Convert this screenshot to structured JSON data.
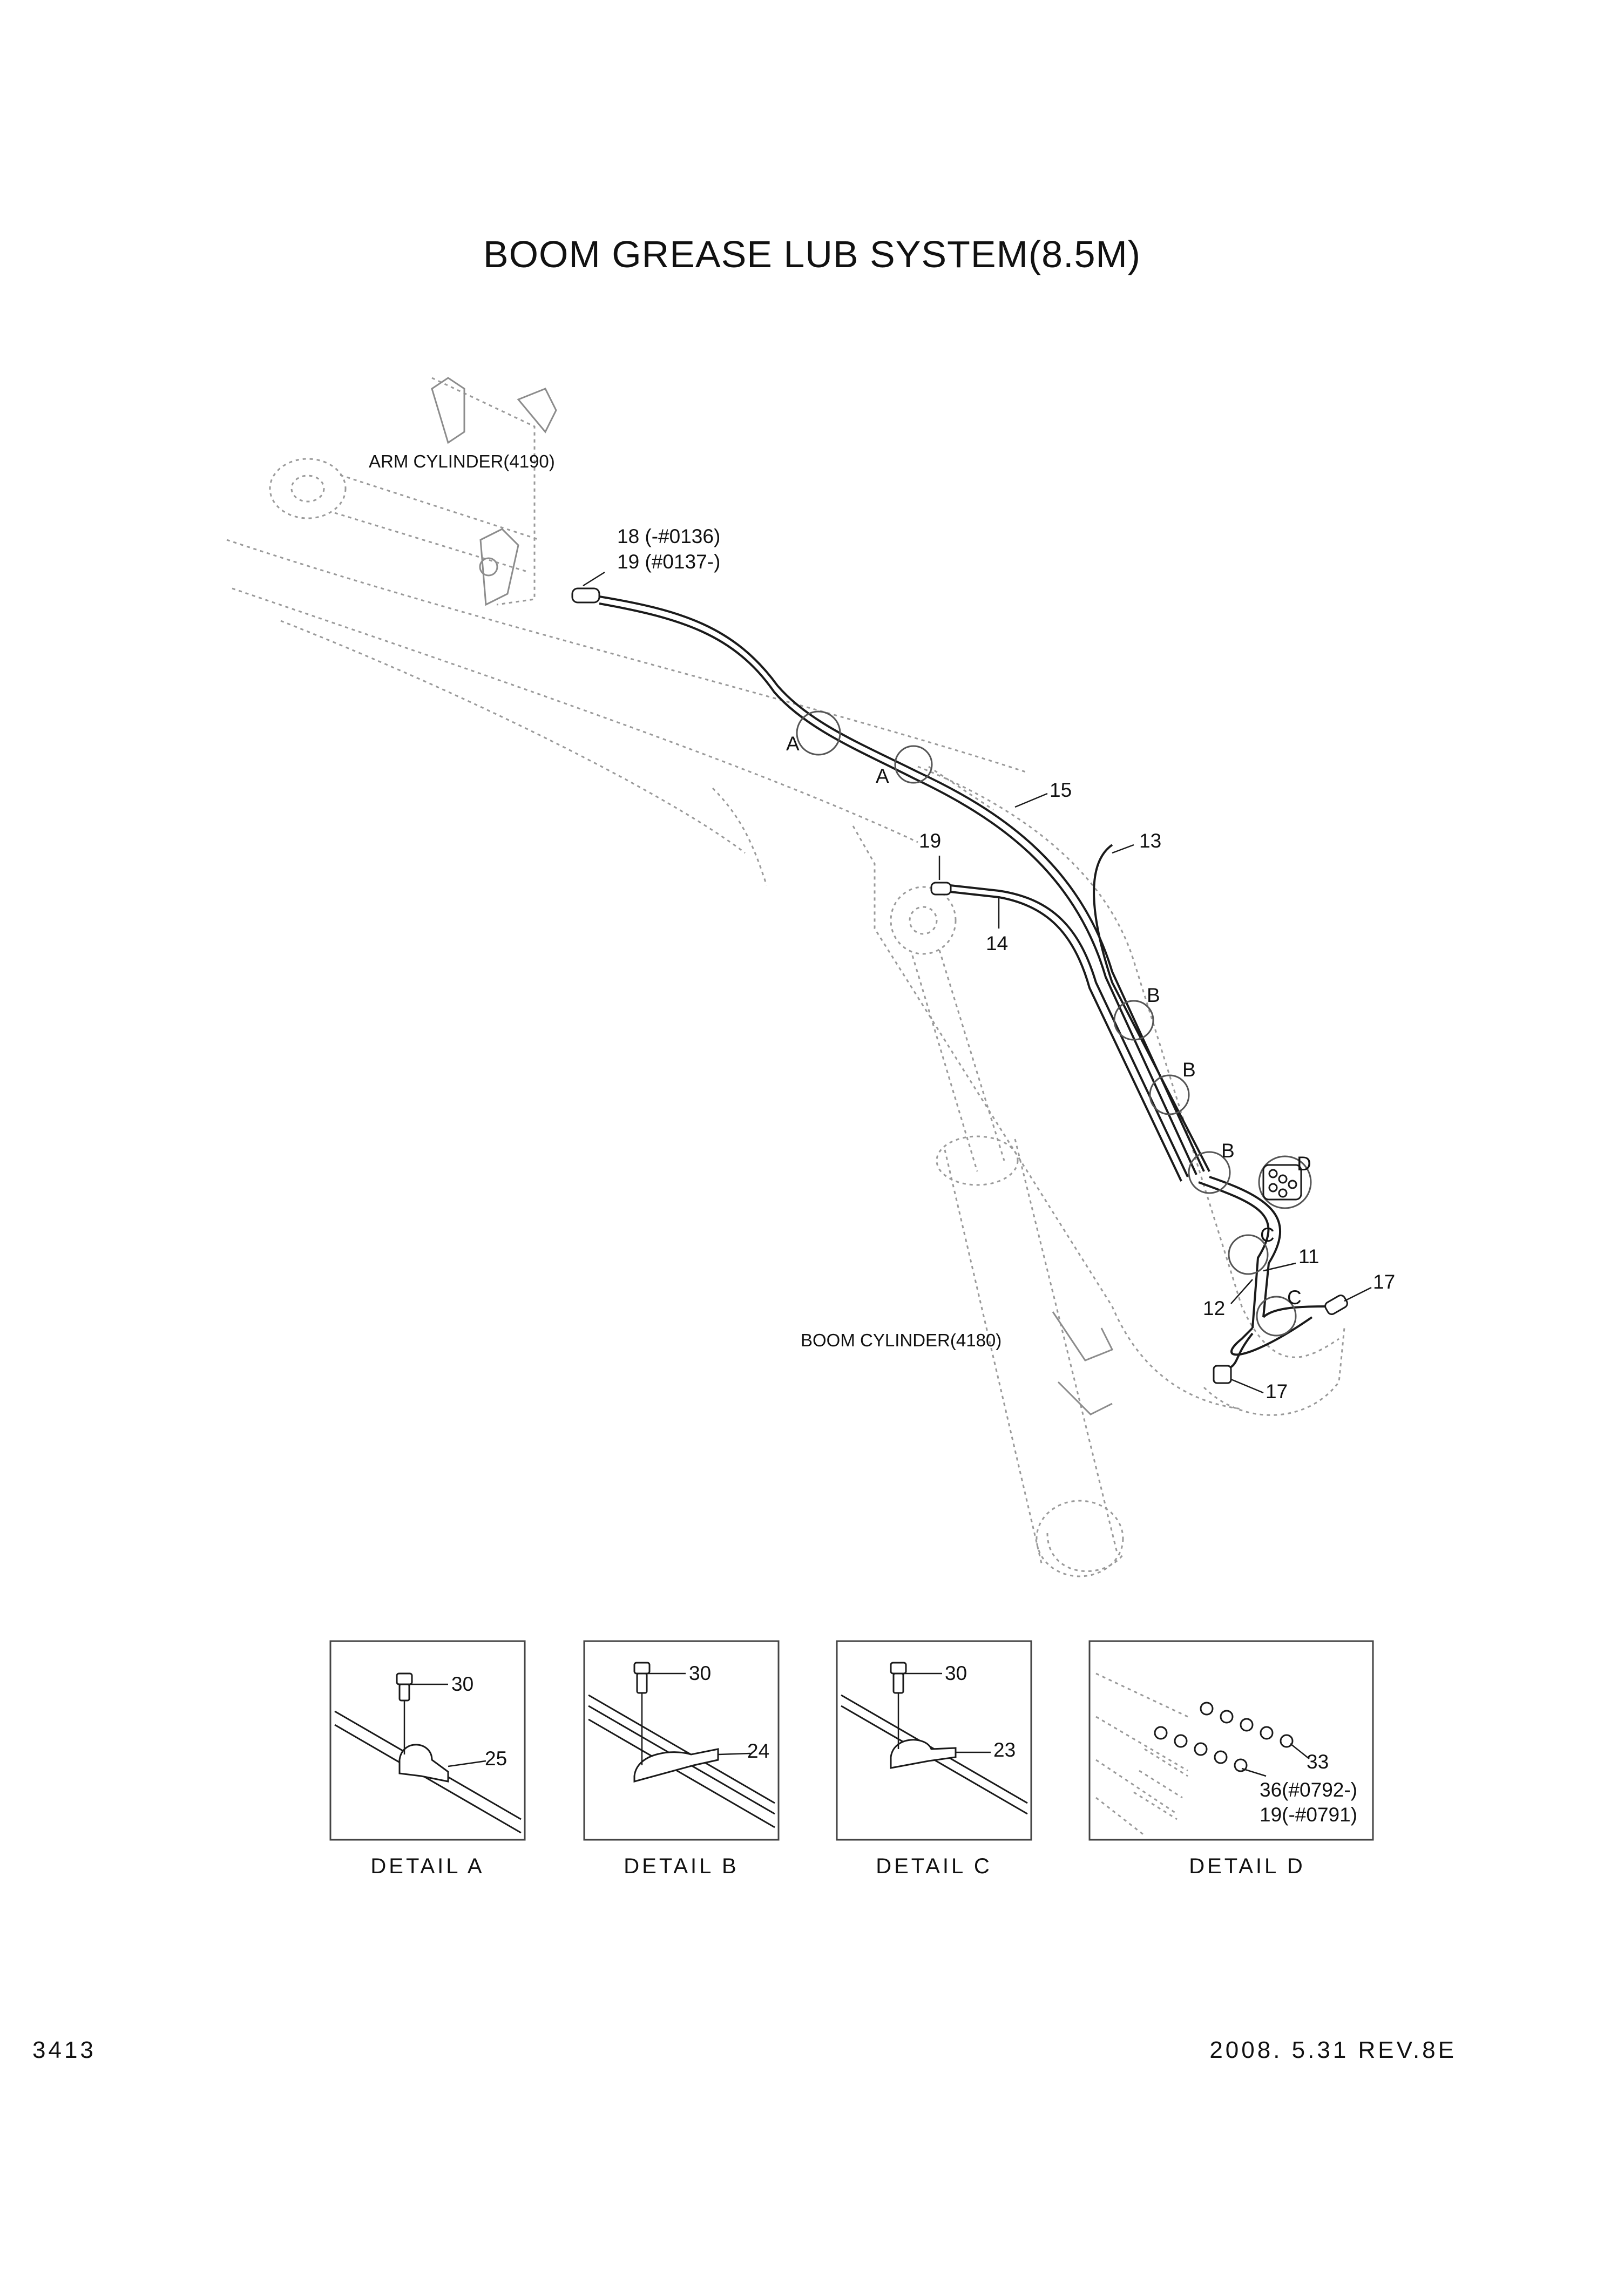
{
  "title": "BOOM GREASE LUB SYSTEM(8.5M)",
  "labels": {
    "arm_cylinder": "ARM CYLINDER(4190)",
    "boom_cylinder": "BOOM CYLINDER(4180)"
  },
  "callouts": {
    "p18": "18 (-#0136)",
    "p19_top": "19 (#0137-)",
    "p15": "15",
    "p13": "13",
    "p19": "19",
    "p14": "14",
    "p11": "11",
    "p12": "12",
    "p17a": "17",
    "p17b": "17",
    "a1": "A",
    "a2": "A",
    "b1": "B",
    "b2": "B",
    "b3": "B",
    "c1": "C",
    "c2": "C",
    "d": "D"
  },
  "details": [
    {
      "label": "DETAIL  A",
      "bolt": "30",
      "clamp": "25"
    },
    {
      "label": "DETAIL  B",
      "bolt": "30",
      "clamp": "24"
    },
    {
      "label": "DETAIL  C",
      "bolt": "30",
      "clamp": "23"
    },
    {
      "label": "DETAIL  D",
      "p33": "33",
      "p36": "36(#0792-)",
      "p19": "19(-#0791)"
    }
  ],
  "footer": {
    "page": "3413",
    "rev": "2008. 5.31  REV.8E"
  },
  "colors": {
    "ink": "#111111",
    "ghost": "#9a9a9a"
  }
}
